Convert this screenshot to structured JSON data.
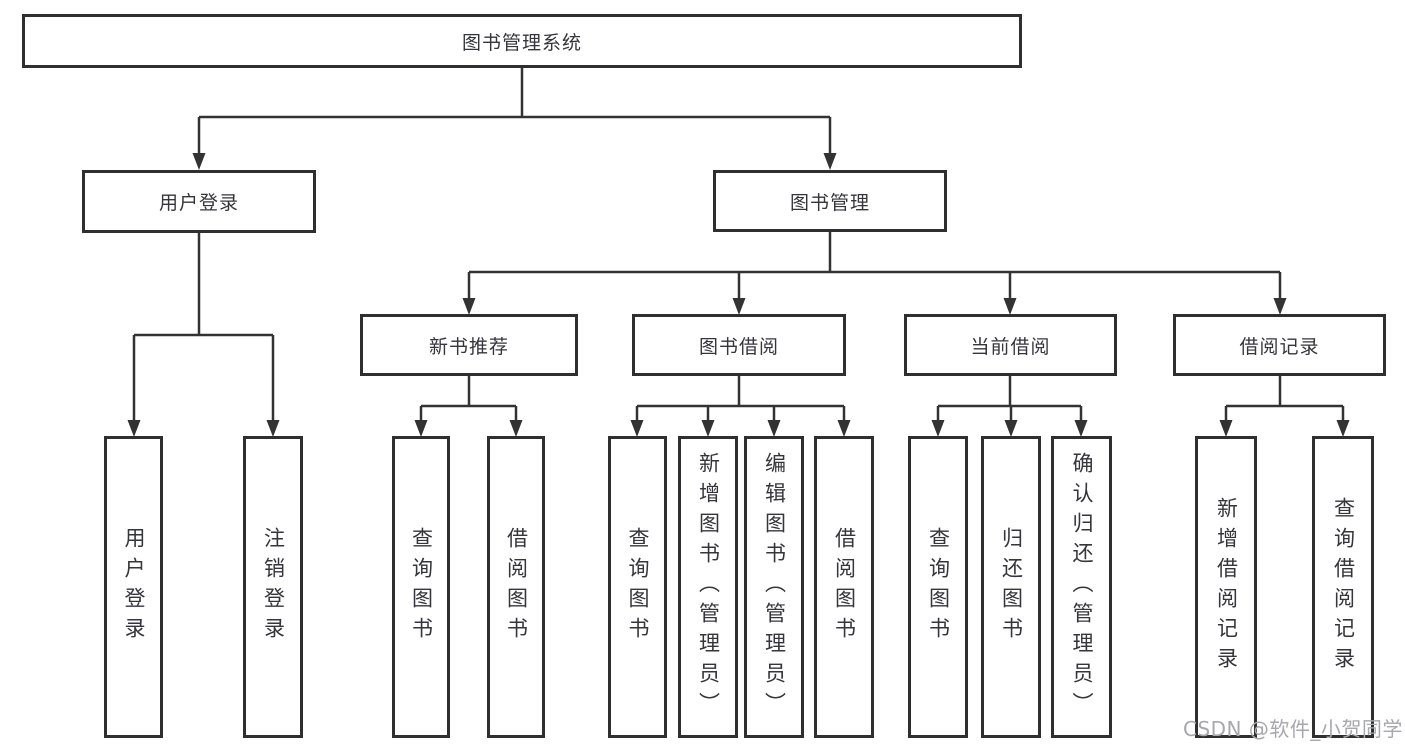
{
  "colors": {
    "background": "#ffffff",
    "box_border": "#2f2f2f",
    "connector": "#333333",
    "text": "#35353c",
    "watermark": "#a7a7ae"
  },
  "diagram": {
    "title": "图书管理系统",
    "branches": [
      {
        "label": "用户登录",
        "children": [
          {
            "label": "用户登录"
          },
          {
            "label": "注销登录"
          }
        ]
      },
      {
        "label": "图书管理",
        "children": [
          {
            "label": "新书推荐",
            "children": [
              {
                "label": "查询图书"
              },
              {
                "label": "借阅图书"
              }
            ]
          },
          {
            "label": "图书借阅",
            "children": [
              {
                "label": "查询图书"
              },
              {
                "label": "新增图书（管理员）"
              },
              {
                "label": "编辑图书（管理员）"
              },
              {
                "label": "借阅图书"
              }
            ]
          },
          {
            "label": "当前借阅",
            "children": [
              {
                "label": "查询图书"
              },
              {
                "label": "归还图书"
              },
              {
                "label": "确认归还（管理员）"
              }
            ]
          },
          {
            "label": "借阅记录",
            "children": [
              {
                "label": "新增借阅记录"
              },
              {
                "label": "查询借阅记录"
              }
            ]
          }
        ]
      }
    ]
  },
  "watermark": {
    "text": "CSDN @软件_小贺同学"
  }
}
